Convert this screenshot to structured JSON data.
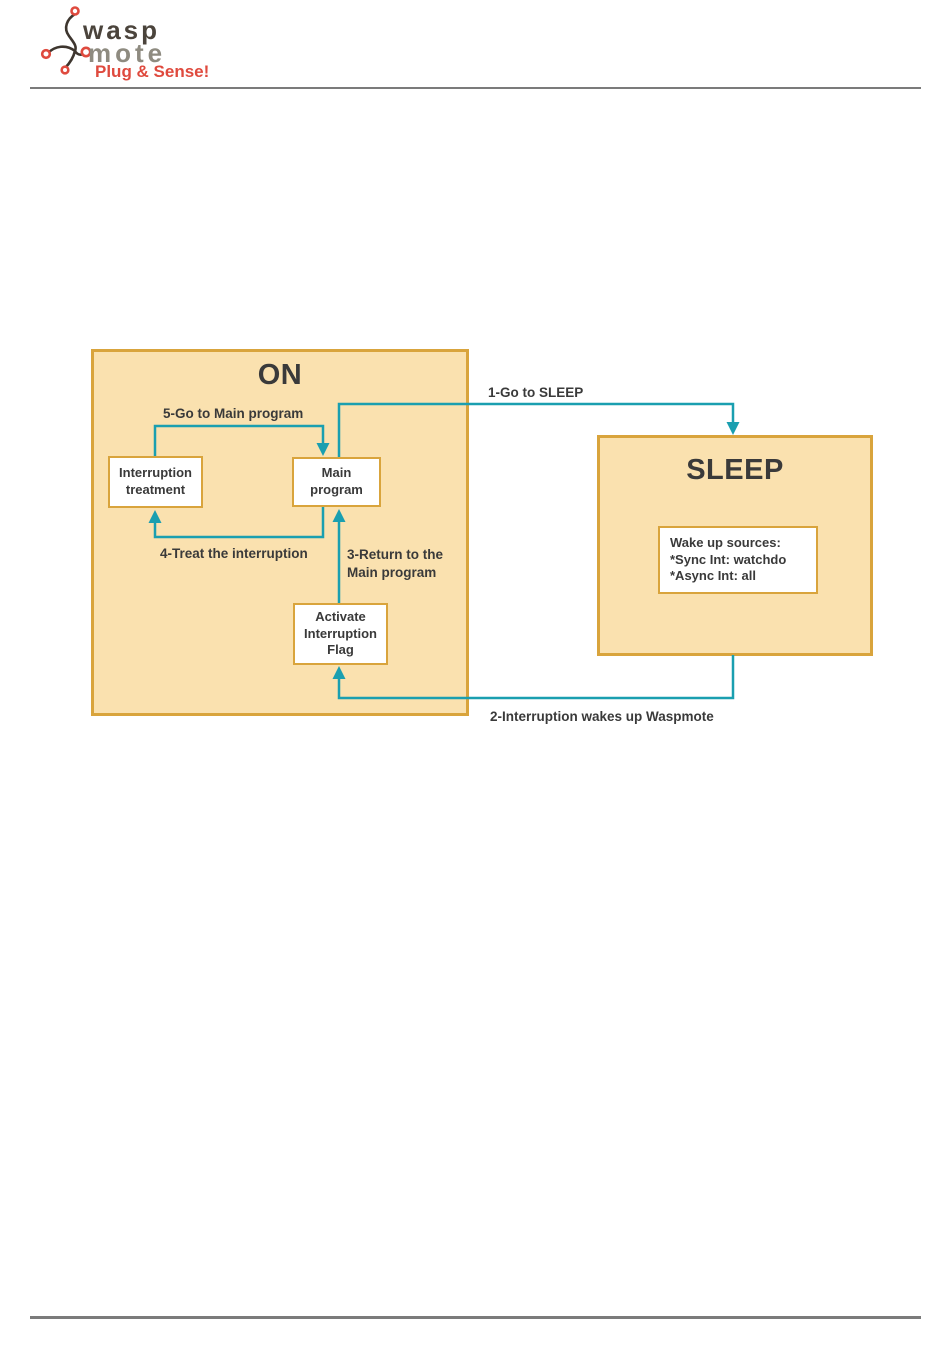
{
  "logo": {
    "wasp": "wasp",
    "mote": "mote",
    "tagline": "Plug & Sense!"
  },
  "diagram": {
    "on": {
      "title": "ON"
    },
    "sleep": {
      "title": "SLEEP"
    },
    "nodes": {
      "interruption_treatment": "Interruption\ntreatment",
      "main_program": "Main\nprogram",
      "activate_flag": "Activate\nInterruption\nFlag",
      "wake_sources": "Wake up sources:\n*Sync Int: watchdo\n*Async Int: all"
    },
    "edges": {
      "go_to_sleep": "1-Go to SLEEP",
      "wake_up": "2-Interruption wakes up Waspmote",
      "return_main": "3-Return to the\nMain program",
      "treat": "4-Treat the interruption",
      "go_main": "5-Go to Main program"
    }
  },
  "colors": {
    "state_fill": "#FAE1AF",
    "state_border": "#D9A43C",
    "connector_teal": "#1A9FB0",
    "text_dark": "#3A3A3A",
    "logo_red": "#DF4A3E",
    "logo_wasp": "#4B443C",
    "logo_mote": "#8E8B80",
    "rule_gray": "#7B7B7B"
  }
}
